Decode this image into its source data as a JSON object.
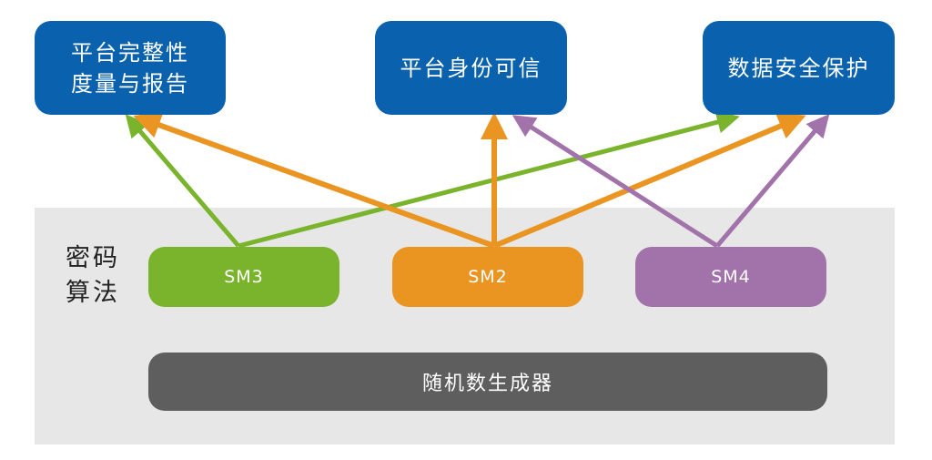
{
  "targets": {
    "integrity": {
      "line1": "平台完整性",
      "line2": "度量与报告"
    },
    "identity": {
      "label": "平台身份可信"
    },
    "data_protection": {
      "label": "数据安全保护"
    }
  },
  "side_label": {
    "line1": "密码",
    "line2": "算法"
  },
  "algorithms": {
    "sm3": {
      "label": "SM3",
      "color": "#7ab42d"
    },
    "sm2": {
      "label": "SM2",
      "color": "#ea9422"
    },
    "sm4": {
      "label": "SM4",
      "color": "#a272aa"
    }
  },
  "rng": {
    "label": "随机数生成器",
    "color": "#5e5e5e"
  },
  "colors": {
    "target_blue": "#0a61ad",
    "panel_gray": "#e7e7e7"
  },
  "relations": [
    {
      "from": "SM3",
      "to": "平台完整性度量与报告"
    },
    {
      "from": "SM3",
      "to": "数据安全保护"
    },
    {
      "from": "SM2",
      "to": "平台完整性度量与报告"
    },
    {
      "from": "SM2",
      "to": "平台身份可信"
    },
    {
      "from": "SM2",
      "to": "数据安全保护"
    },
    {
      "from": "SM4",
      "to": "平台身份可信"
    },
    {
      "from": "SM4",
      "to": "数据安全保护"
    }
  ]
}
